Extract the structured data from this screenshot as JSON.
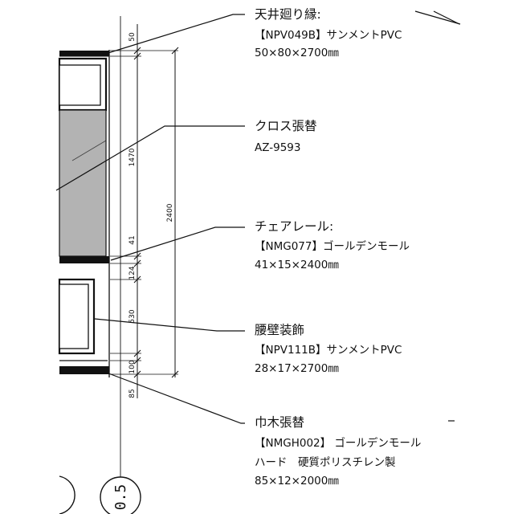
{
  "colors": {
    "line": "#111111",
    "wall_fill": "#b3b3b3",
    "background": "#ffffff"
  },
  "dimensions": {
    "crown": "50",
    "upper_wall": "1470",
    "chair_rail": "41",
    "gap": "124",
    "wainscot": "530",
    "lower": "100",
    "baseboard": "85",
    "total": "2400"
  },
  "callouts": [
    {
      "title": "天井廻り縁:",
      "lines": [
        "【NPV049B】サンメントPVC",
        "50×80×2700㎜"
      ]
    },
    {
      "title": "クロス張替",
      "lines": [
        "AZ-9593"
      ]
    },
    {
      "title": "チェアレール:",
      "lines": [
        "【NMG077】ゴールデンモール",
        "41×15×2400㎜"
      ]
    },
    {
      "title": "腰壁装飾",
      "lines": [
        "【NPV111B】サンメントPVC",
        "28×17×2700㎜"
      ]
    },
    {
      "title": "巾木張替",
      "lines": [
        "【NMGH002】 ゴールデンモール",
        "ハード　硬質ポリスチレン製",
        "85×12×2000㎜"
      ]
    }
  ],
  "grid_marker": "0.5"
}
